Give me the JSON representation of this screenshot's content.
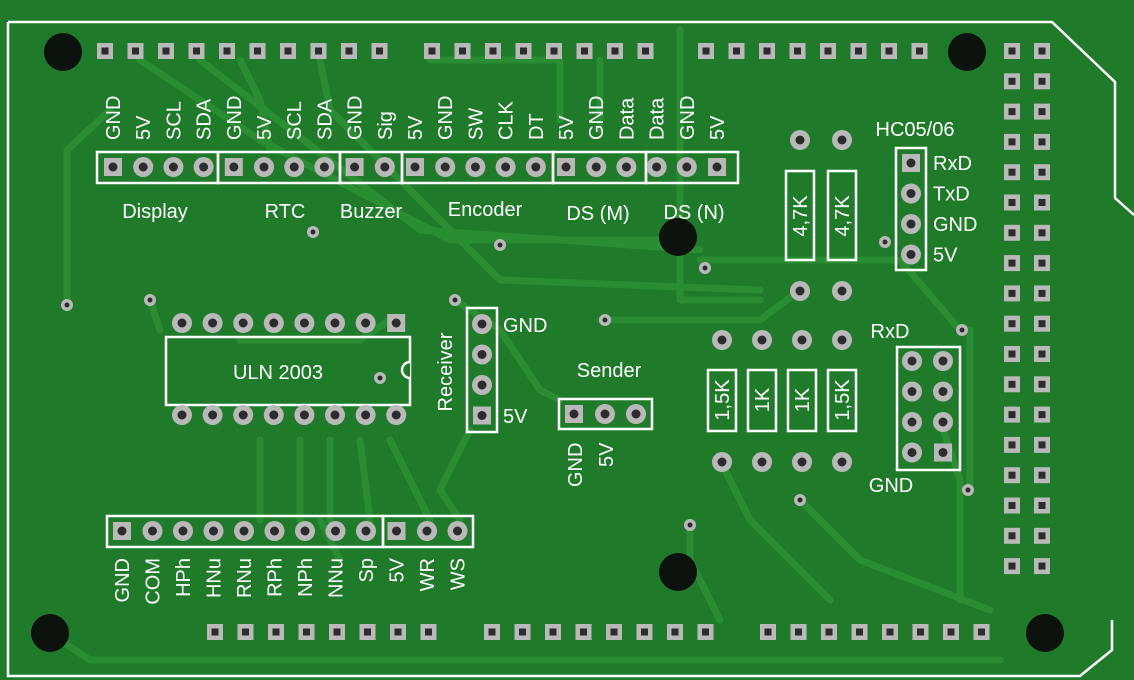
{
  "colors": {
    "board": "#1f7a2a",
    "copper": "#2a8d33",
    "silk": "#ffffff",
    "pad": "#b9b9b9",
    "hole": "#2c2c2c",
    "mount": "#0c130c"
  },
  "headers": {
    "top": [
      "GND",
      "5V",
      "SCL",
      "SDA",
      "GND",
      "5V",
      "SCL",
      "SDA",
      "GND",
      "Sig",
      "5V",
      "GND",
      "SW",
      "CLK",
      "DT",
      "5V",
      "GND",
      "Data",
      "Data",
      "GND",
      "5V"
    ],
    "top_groups": [
      "Display",
      "RTC",
      "Buzzer",
      "Encoder",
      "DS (M)",
      "DS (N)"
    ],
    "bottom": [
      "GND",
      "COM",
      "HPh",
      "HNu",
      "RNu",
      "RPh",
      "NPh",
      "NNu",
      "Sp",
      "5V",
      "WR",
      "WS"
    ]
  },
  "modules": {
    "ic": "ULN 2003",
    "receiver": {
      "title": "Receiver",
      "top_pin": "GND",
      "bottom_pin": "5V"
    },
    "sender": {
      "title": "Sender",
      "pins": [
        "GND",
        "5V"
      ]
    },
    "hc05": {
      "title": "HC05/06",
      "pins": [
        "RxD",
        "TxD",
        "GND",
        "5V"
      ]
    },
    "isp": {
      "top_label": "RxD",
      "bottom_label": "GND"
    }
  },
  "resistors": {
    "upper": [
      "4,7K",
      "4,7K"
    ],
    "lower": [
      "1,5K",
      "1K",
      "1K",
      "1,5K"
    ]
  }
}
